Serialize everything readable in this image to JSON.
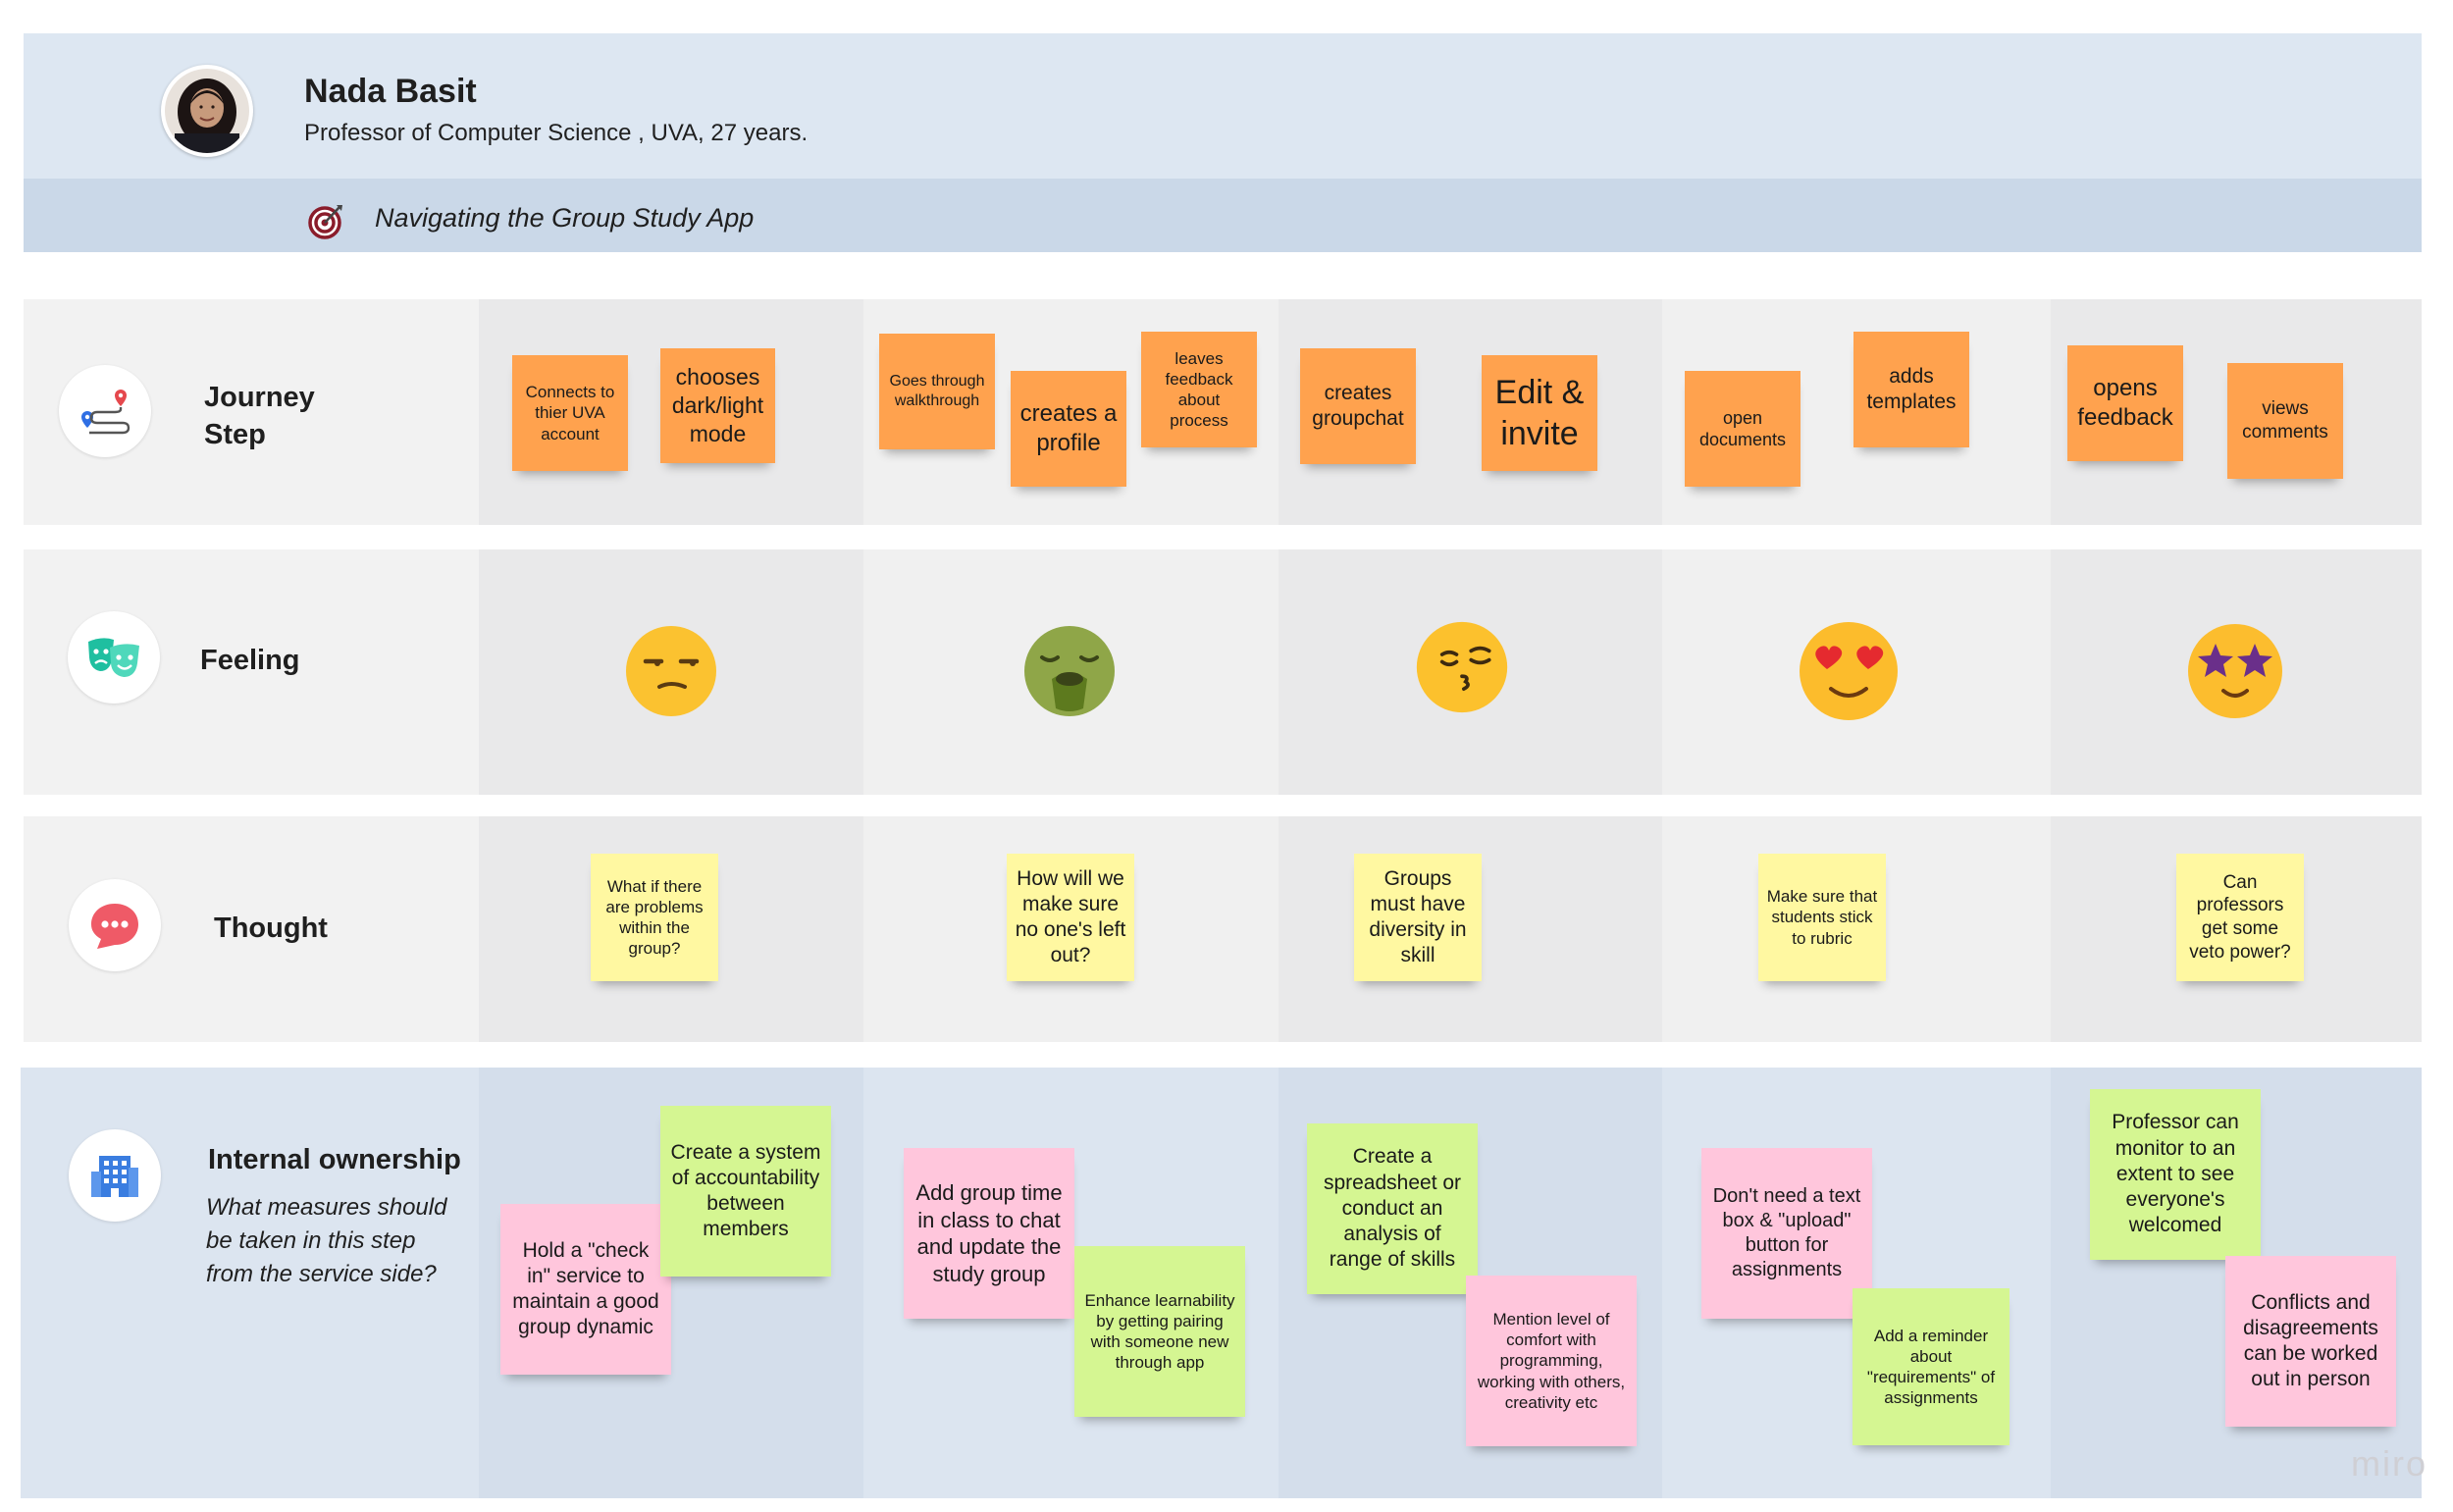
{
  "persona": {
    "name": "Nada Basit",
    "description": "Professor of Computer Science , UVA, 27 years.",
    "goal": "Navigating the Group Study App"
  },
  "rows": {
    "journey": {
      "label_line1": "Journey",
      "label_line2": "Step",
      "icon": "route-map-icon"
    },
    "feeling": {
      "label": "Feeling",
      "icon": "theater-masks-icon"
    },
    "thought": {
      "label": "Thought",
      "icon": "speech-bubble-icon"
    },
    "ownership": {
      "label": "Internal ownership",
      "sub_line1": "What measures should",
      "sub_line2": "be taken in this step",
      "sub_line3": "from the service side?",
      "icon": "office-building-icon"
    }
  },
  "journey_steps": [
    "Connects to thier UVA account",
    "chooses dark/light mode",
    "Goes through walkthrough",
    "creates a profile",
    "leaves feedback about process",
    "creates groupchat",
    "Edit & invite",
    "open documents",
    "adds templates",
    "opens feedback",
    "views comments"
  ],
  "feelings": [
    "unamused",
    "nauseated",
    "kissing",
    "heart-eyes",
    "star-struck"
  ],
  "thoughts": [
    "What if there are problems within the group?",
    "How will we make sure no one's left out?",
    "Groups must have diversity in skill",
    "Make sure that students stick to rubric",
    "Can professors get some veto power?"
  ],
  "ownership_notes": [
    "Create a system of accountability between members",
    "Hold a \"check in\" service to maintain a good group dynamic",
    "Add group time in class to chat and update the study group",
    "Enhance learnability by getting pairing with someone new through app",
    "Create a spreadsheet or conduct an analysis of range of skills",
    "Mention level of comfort with programming, working with others, creativity etc",
    "Don't need a text box & \"upload\" button for assignments",
    "Add a reminder about \"requirements\" of assignments",
    "Professor can monitor to an extent to see everyone's welcomed",
    "Conflicts and disagreements can be worked out in person"
  ],
  "watermark": "miro",
  "colors": {
    "header_bg": "#dde7f2",
    "subheader_bg": "#cad8e8",
    "sticky_orange": "#ffa24e",
    "sticky_yellow": "#fff8a1",
    "sticky_pink": "#ffc6dc",
    "sticky_green": "#d5f692"
  }
}
